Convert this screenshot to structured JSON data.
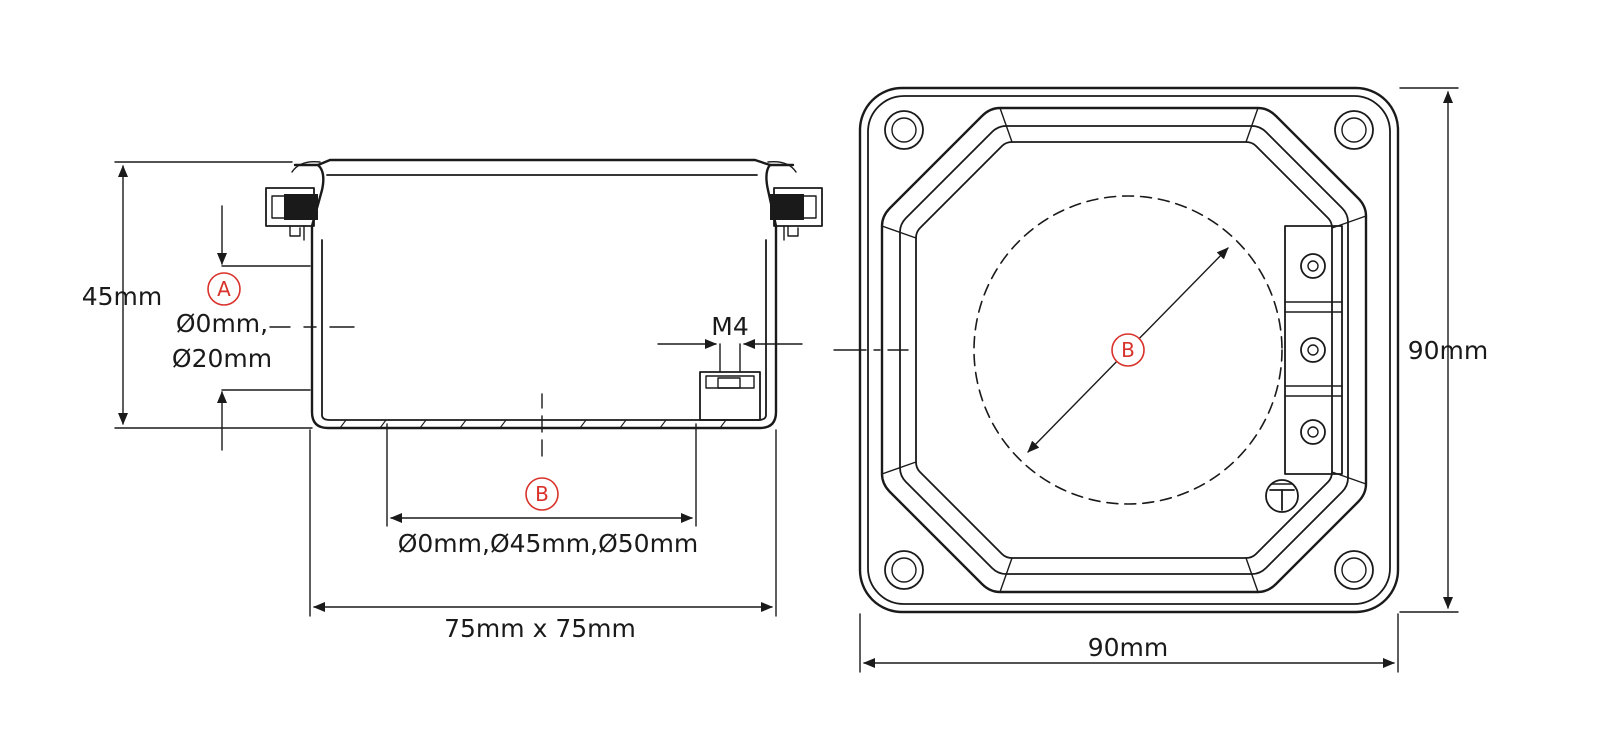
{
  "side_view": {
    "height_label": "45mm",
    "marker_a": "A",
    "diam_a_line1": "Ø0mm,",
    "diam_a_line2": "Ø20mm",
    "thread_label": "M4",
    "marker_b": "B",
    "diam_b_label": "Ø0mm,Ø45mm,Ø50mm",
    "width_label": "75mm x 75mm"
  },
  "top_view": {
    "marker_b": "B",
    "height_label": "90mm",
    "width_label": "90mm"
  },
  "colors": {
    "line": "#1a1a1a",
    "marker": "#d8322a"
  }
}
